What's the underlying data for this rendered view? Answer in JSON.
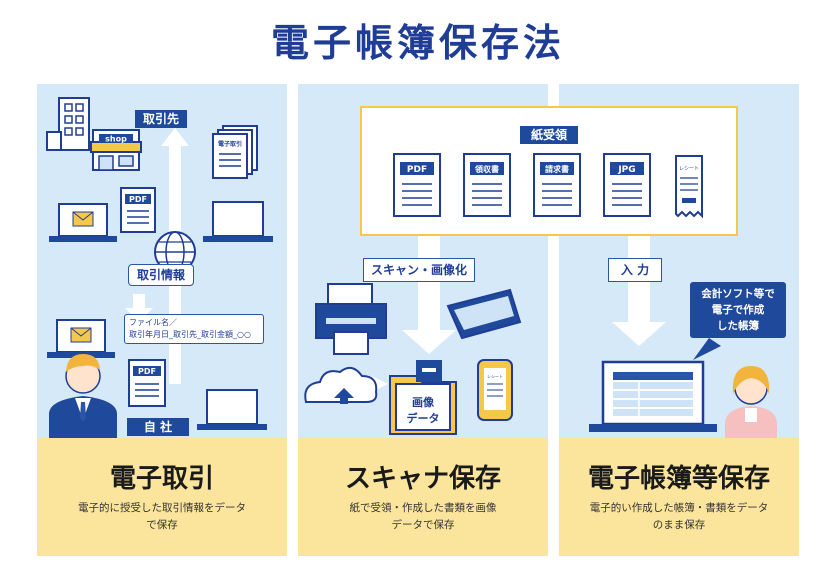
{
  "title": "電子帳簿保存法",
  "colors": {
    "navy": "#1f4a9c",
    "panel": "#d6e9f9",
    "band": "#fbe59d",
    "accent": "#2b55a8",
    "yellow": "#f5c84a"
  },
  "sections": [
    {
      "heading": "電子取引",
      "description_lines": [
        "電子的に授受した取引情報をデータ",
        "で保存"
      ],
      "partner_label": "取引先",
      "transaction_label": "取引情報",
      "own_company_label": "自 社",
      "shop_label": "shop",
      "invoice_doc_label": "電子取引",
      "pdf_label": "PDF",
      "filename_lines": [
        "ファイル名／",
        "取引年月日_取引先_取引金額_○○"
      ]
    },
    {
      "heading": "スキャナ保存",
      "description_lines": [
        "紙で受領・作成した書類を画像",
        "データで保存"
      ],
      "scan_label": "スキャン・画像化",
      "folder_label_lines": [
        "画像",
        "データ"
      ],
      "phone_label": "レシート"
    },
    {
      "heading": "電子帳簿等保存",
      "description_lines": [
        "電子的い作成した帳簿・書類をデータ",
        "のまま保存"
      ],
      "input_label": "入 力",
      "callout_lines": [
        "会計ソフト等で",
        "電子で作成",
        "した帳簿"
      ]
    }
  ],
  "paper_box": {
    "label": "紙受領",
    "docs": [
      "PDF",
      "領収書",
      "請求書",
      "JPG"
    ],
    "receipt_label": "レシート"
  }
}
